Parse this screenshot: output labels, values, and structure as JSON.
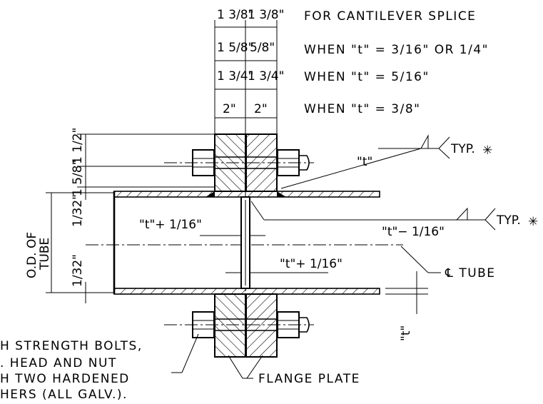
{
  "top_dimensions": {
    "row1": {
      "left": "1 3/8\"",
      "right": "1 3/8\""
    },
    "row2": {
      "left": "1 5/8\"",
      "right": "5/8\""
    },
    "row3": {
      "left": "1 3/4\"",
      "right": "1 3/4\""
    },
    "row4": {
      "left": "2\"",
      "right": "2\""
    }
  },
  "notes": {
    "heading": "FOR CANTILEVER SPLICE",
    "cond1": "WHEN \"t\" = 3/16\" OR 1/4\"",
    "cond2": "WHEN \"t\" = 5/16\"",
    "cond3": "WHEN \"t\" = 3/8\""
  },
  "left_dimensions": {
    "upper": "1 1/2\"",
    "middle": "1 5/8\"",
    "wall_top": "1/32\"",
    "wall_bottom": "1/32\"",
    "od_label_line1": "O.D. OF",
    "od_label_line2": "TUBE"
  },
  "weld_callouts": {
    "typ_upper": "TYP.",
    "typ_lower": "TYP.",
    "t_label": "\"t\"",
    "t_minus": "\"t\"− 1/16\"",
    "t_plus_left": "\"t\"+ 1/16\"",
    "t_plus_right": "\"t\"+ 1/16\"",
    "t_right_vertical": "\"t\""
  },
  "labels": {
    "centerline": "℄ TUBE",
    "flange_plate": "FLANGE PLATE",
    "bolt_note_1": "H STRENGTH BOLTS,",
    "bolt_note_2": ". HEAD AND NUT",
    "bolt_note_3": "H TWO HARDENED",
    "bolt_note_4": "HERS (ALL GALV.)."
  }
}
